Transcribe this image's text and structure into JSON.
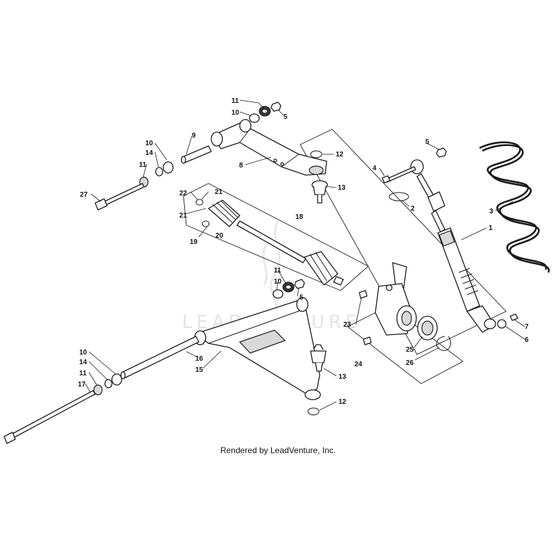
{
  "watermark": "LEADVENTURE",
  "footer": "Rendered by LeadVenture, Inc.",
  "callouts": {
    "c1": "1",
    "c2": "2",
    "c3": "3",
    "c4": "4",
    "c5a": "5",
    "c5b": "5",
    "c5c": "5",
    "c6": "6",
    "c7": "7",
    "c8": "8",
    "c9": "9",
    "c10a": "10",
    "c10b": "10",
    "c10c": "10",
    "c10d": "10",
    "c11a": "11",
    "c11b": "11",
    "c11c": "11",
    "c11d": "11",
    "c12a": "12",
    "c12b": "12",
    "c13a": "13",
    "c13b": "13",
    "c14a": "14",
    "c14b": "14",
    "c15": "15",
    "c16": "16",
    "c17": "17",
    "c18": "18",
    "c19": "19",
    "c20": "20",
    "c21a": "21",
    "c21b": "21",
    "c22": "22",
    "c23": "23",
    "c24": "24",
    "c25": "25",
    "c26": "26",
    "c27": "27"
  }
}
